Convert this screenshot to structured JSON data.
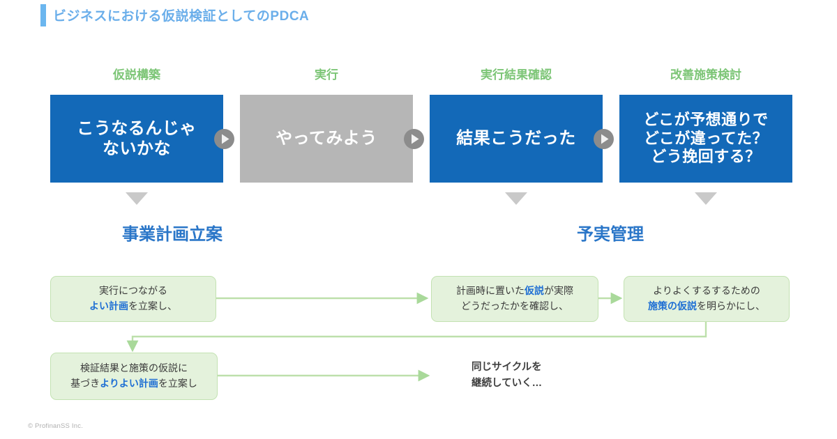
{
  "slide": {
    "title": "ビジネスにおける仮説検証としてのPDCA",
    "accent_blue": "#6aaeea",
    "box_blue": "#1369b8",
    "box_grey": "#b6b6b6",
    "label_green": "#7cc576",
    "heading_blue": "#2a76c8",
    "note_fill": "#e4f2dc",
    "note_border": "#c3e2b2"
  },
  "phases": [
    {
      "label": "仮説構築",
      "box_text": "こうなるんじゃ\nないかな",
      "color": "blue"
    },
    {
      "label": "実行",
      "box_text": "やってみよう",
      "color": "grey"
    },
    {
      "label": "実行結果確認",
      "box_text": "結果こうだった",
      "color": "blue"
    },
    {
      "label": "改善施策検討",
      "box_text": "どこが予想通りで\nどこが違ってた？\nどう挽回する？",
      "color": "blue"
    }
  ],
  "connector_icons": [
    "play-circle-arrow",
    "play-circle-arrow",
    "play-circle-arrow"
  ],
  "sections": [
    {
      "heading": "事業計画立案"
    },
    {
      "heading": "予実管理"
    }
  ],
  "notes": [
    {
      "line1": "実行につながる",
      "line2_pre": "",
      "line2_strong": "よい計画",
      "line2_post": "を立案し、"
    },
    {
      "line1_pre": "計画時に置いた",
      "line1_strong": "仮説",
      "line1_post": "が実際",
      "line2": "どうだったかを確認し、"
    },
    {
      "line1": "よりよくするするための",
      "line2_pre": "",
      "line2_strong": "施策の仮説",
      "line2_post": "を明らかにし、"
    },
    {
      "line1": "検証結果と施策の仮説に",
      "line2_pre": "基づき",
      "line2_strong": "よりよい計画",
      "line2_post": "を立案し"
    }
  ],
  "cycle_note": "同じサイクルを\n継続していく…",
  "footer": "© ProfinanSS Inc."
}
